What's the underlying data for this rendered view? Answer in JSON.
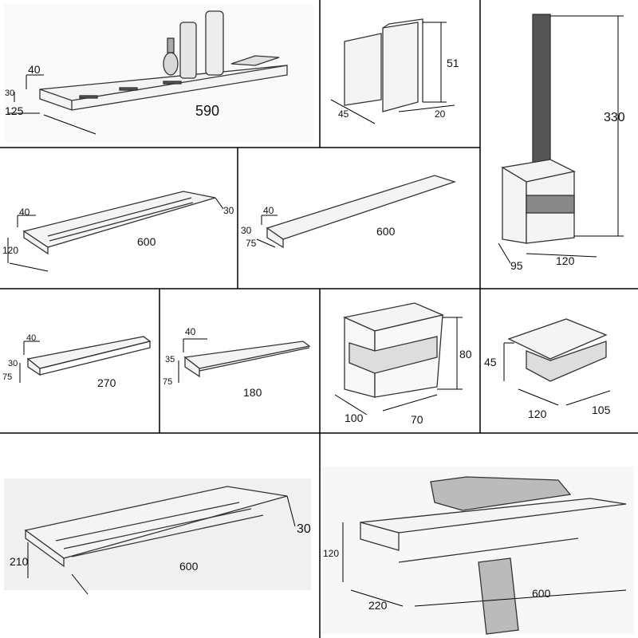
{
  "colors": {
    "border": "#000000",
    "ink": "#1a1a1a",
    "panel_bg": "#e8e8e8",
    "metal": "#f4f4f4"
  },
  "panels": {
    "shelf": {
      "dims": {
        "d1": "40",
        "d2": "30",
        "d3": "125",
        "d4": "590"
      }
    },
    "robe_hook": {
      "dims": {
        "d1": "51",
        "d2": "45",
        "d3": "20"
      }
    },
    "toilet_brush": {
      "dims": {
        "d1": "330",
        "d2": "95",
        "d3": "120"
      }
    },
    "double_bar": {
      "dims": {
        "d1": "40",
        "d2": "30",
        "d3": "120",
        "d4": "600"
      }
    },
    "single_bar": {
      "dims": {
        "d1": "40",
        "d2": "30",
        "d3": "75",
        "d4": "600"
      }
    },
    "paper_holder": {
      "dims": {
        "d1": "40",
        "d2": "30",
        "d3": "75",
        "d4": "270"
      }
    },
    "paper_holder_b": {
      "dims": {
        "d1": "40",
        "d2": "35",
        "d3": "75",
        "d4": "180"
      }
    },
    "tumbler": {
      "dims": {
        "d1": "80",
        "d2": "100",
        "d3": "70"
      }
    },
    "soap_dish": {
      "dims": {
        "d1": "45",
        "d2": "120",
        "d3": "105"
      }
    },
    "towel_rack": {
      "dims": {
        "d1": "210",
        "d2": "30",
        "d3": "600"
      }
    },
    "towel_shelf": {
      "dims": {
        "d1": "120",
        "d2": "220",
        "d3": "600"
      }
    }
  }
}
